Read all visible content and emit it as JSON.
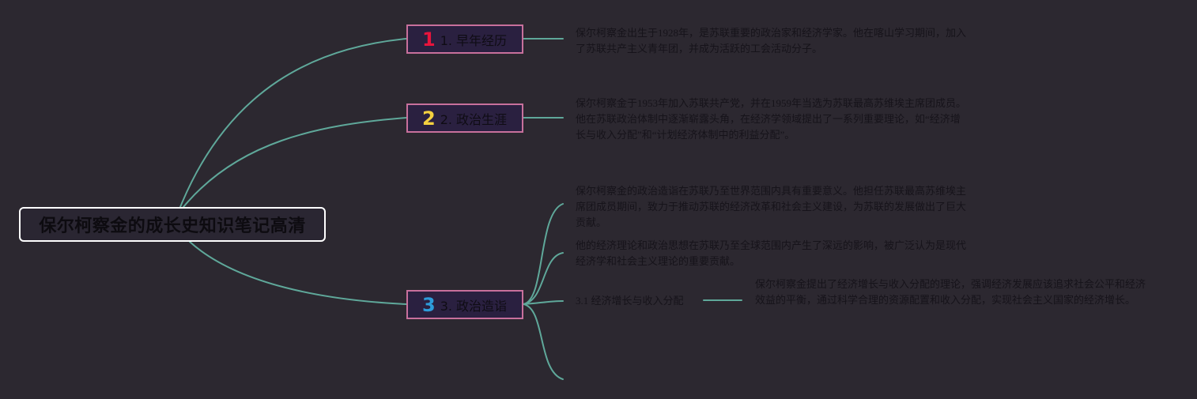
{
  "root": {
    "title": "保尔柯察金的成长史知识笔记高清"
  },
  "branches": [
    {
      "marker": "1",
      "marker_color": "#e8143c",
      "label": "1. 早年经历",
      "notes": [
        "保尔柯察金出生于1928年，是苏联重要的政治家和经济学家。他在喀山学习期间，加入了苏联共产主义青年团，并成为活跃的工会活动分子。"
      ]
    },
    {
      "marker": "2",
      "marker_color": "#f4d03f",
      "label": "2. 政治生涯",
      "notes": [
        "保尔柯察金于1953年加入苏联共产党，并在1959年当选为苏联最高苏维埃主席团成员。他在苏联政治体制中逐渐崭露头角，在经济学领域提出了一系列重要理论，如“经济增长与收入分配”和“计划经济体制中的利益分配”。"
      ]
    },
    {
      "marker": "3",
      "marker_color": "#2d9cdb",
      "label": "3. 政治造诣",
      "notes": [
        "保尔柯察金的政治造诣在苏联乃至世界范围内具有重要意义。他担任苏联最高苏维埃主席团成员期间，致力于推动苏联的经济改革和社会主义建设，为苏联的发展做出了巨大贡献。",
        "他的经济理论和政治思想在苏联乃至全球范围内产生了深远的影响，被广泛认为是现代经济学和社会主义理论的重要贡献。"
      ],
      "sub": {
        "label": "3.1 经济增长与收入分配",
        "note": "保尔柯察金提出了经济增长与收入分配的理论，强调经济发展应该追求社会公平和经济效益的平衡，通过科学合理的资源配置和收入分配，实现社会主义国家的经济增长。"
      }
    }
  ],
  "colors": {
    "background": "#2c2830",
    "connector": "#5fa89a",
    "branch_border": "#c8709c",
    "root_border": "#ffffff"
  }
}
